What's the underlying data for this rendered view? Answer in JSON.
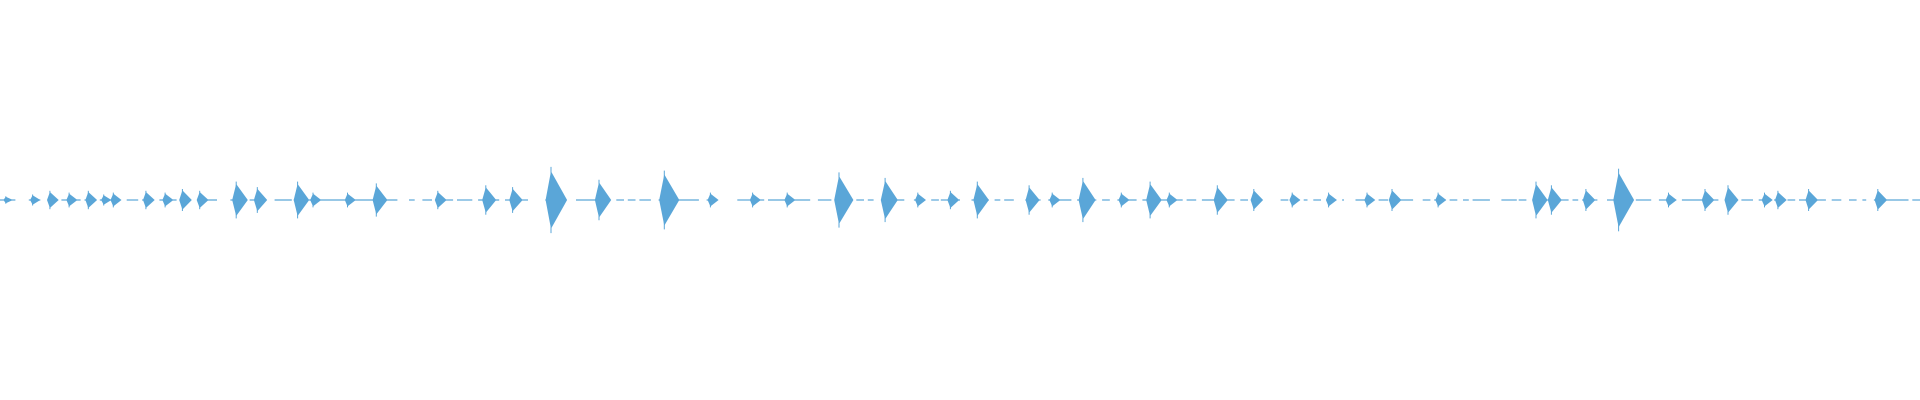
{
  "waveform": {
    "color": "#5aa6d8",
    "background": "#ffffff",
    "amplitude_range": [
      -1,
      1
    ],
    "duration_fraction_range": [
      0,
      1
    ],
    "segments": [
      [
        0.0,
        0.008
      ],
      [
        0.015,
        0.021
      ],
      [
        0.025,
        0.029
      ],
      [
        0.032,
        0.036
      ],
      [
        0.039,
        0.042
      ],
      [
        0.044,
        0.047
      ],
      [
        0.052,
        0.055
      ],
      [
        0.057,
        0.061
      ],
      [
        0.066,
        0.072
      ],
      [
        0.074,
        0.078
      ],
      [
        0.083,
        0.087
      ],
      [
        0.089,
        0.092
      ],
      [
        0.094,
        0.099
      ],
      [
        0.104,
        0.113
      ],
      [
        0.12,
        0.126
      ],
      [
        0.13,
        0.137
      ],
      [
        0.143,
        0.152
      ],
      [
        0.153,
        0.16
      ],
      [
        0.161,
        0.18
      ],
      [
        0.184,
        0.207
      ],
      [
        0.213,
        0.216
      ],
      [
        0.22,
        0.225
      ],
      [
        0.23,
        0.236
      ],
      [
        0.238,
        0.246
      ],
      [
        0.249,
        0.26
      ],
      [
        0.263,
        0.267
      ],
      [
        0.268,
        0.269
      ],
      [
        0.271,
        0.275
      ],
      [
        0.284,
        0.294
      ],
      [
        0.3,
        0.31
      ],
      [
        0.313,
        0.318
      ],
      [
        0.321,
        0.325
      ],
      [
        0.327,
        0.331
      ],
      [
        0.333,
        0.339
      ],
      [
        0.343,
        0.364
      ],
      [
        0.368,
        0.371
      ],
      [
        0.384,
        0.391
      ],
      [
        0.393,
        0.398
      ],
      [
        0.4,
        0.411
      ],
      [
        0.413,
        0.422
      ],
      [
        0.426,
        0.433
      ],
      [
        0.435,
        0.442
      ],
      [
        0.446,
        0.45
      ],
      [
        0.452,
        0.455
      ],
      [
        0.462,
        0.471
      ],
      [
        0.476,
        0.481
      ],
      [
        0.485,
        0.489
      ],
      [
        0.49,
        0.494
      ],
      [
        0.496,
        0.5
      ],
      [
        0.506,
        0.51
      ],
      [
        0.512,
        0.515
      ],
      [
        0.518,
        0.521
      ],
      [
        0.523,
        0.528
      ],
      [
        0.534,
        0.542
      ],
      [
        0.546,
        0.558
      ],
      [
        0.561,
        0.566
      ],
      [
        0.568,
        0.571
      ],
      [
        0.574,
        0.578
      ],
      [
        0.582,
        0.592
      ],
      [
        0.595,
        0.6
      ],
      [
        0.604,
        0.61
      ],
      [
        0.612,
        0.616
      ],
      [
        0.618,
        0.623
      ],
      [
        0.626,
        0.636
      ],
      [
        0.638,
        0.643
      ],
      [
        0.646,
        0.65
      ],
      [
        0.652,
        0.656
      ],
      [
        0.667,
        0.671
      ],
      [
        0.674,
        0.677
      ],
      [
        0.679,
        0.681
      ],
      [
        0.684,
        0.688
      ],
      [
        0.691,
        0.696
      ],
      [
        0.699,
        0.7
      ],
      [
        0.706,
        0.715
      ],
      [
        0.718,
        0.723
      ],
      [
        0.725,
        0.736
      ],
      [
        0.741,
        0.745
      ],
      [
        0.747,
        0.753
      ],
      [
        0.755,
        0.759
      ],
      [
        0.762,
        0.765
      ],
      [
        0.767,
        0.776
      ],
      [
        0.782,
        0.79
      ],
      [
        0.791,
        0.795
      ],
      [
        0.801,
        0.807
      ],
      [
        0.812,
        0.817
      ],
      [
        0.819,
        0.822
      ],
      [
        0.824,
        0.832
      ],
      [
        0.837,
        0.842
      ],
      [
        0.846,
        0.85
      ],
      [
        0.852,
        0.86
      ],
      [
        0.864,
        0.868
      ],
      [
        0.87,
        0.873
      ],
      [
        0.876,
        0.887
      ],
      [
        0.889,
        0.895
      ],
      [
        0.9,
        0.905
      ],
      [
        0.907,
        0.913
      ],
      [
        0.916,
        0.922
      ],
      [
        0.924,
        0.928
      ],
      [
        0.931,
        0.935
      ],
      [
        0.937,
        0.941
      ],
      [
        0.945,
        0.951
      ],
      [
        0.954,
        0.959
      ],
      [
        0.963,
        0.967
      ],
      [
        0.97,
        0.972
      ],
      [
        0.976,
        0.979
      ],
      [
        0.981,
        0.994
      ],
      [
        0.996,
        1.0
      ]
    ],
    "peaks": [
      [
        0.003,
        0.02
      ],
      [
        0.017,
        0.03
      ],
      [
        0.026,
        0.05
      ],
      [
        0.036,
        0.04
      ],
      [
        0.046,
        0.05
      ],
      [
        0.054,
        0.03
      ],
      [
        0.059,
        0.04
      ],
      [
        0.076,
        0.05
      ],
      [
        0.086,
        0.04
      ],
      [
        0.095,
        0.06
      ],
      [
        0.104,
        0.05
      ],
      [
        0.123,
        0.1
      ],
      [
        0.134,
        0.07
      ],
      [
        0.155,
        0.1
      ],
      [
        0.163,
        0.04
      ],
      [
        0.181,
        0.04
      ],
      [
        0.196,
        0.09
      ],
      [
        0.228,
        0.05
      ],
      [
        0.253,
        0.08
      ],
      [
        0.267,
        0.07
      ],
      [
        0.287,
        0.18
      ],
      [
        0.312,
        0.11
      ],
      [
        0.346,
        0.16
      ],
      [
        0.37,
        0.04
      ],
      [
        0.392,
        0.04
      ],
      [
        0.41,
        0.04
      ],
      [
        0.437,
        0.15
      ],
      [
        0.461,
        0.12
      ],
      [
        0.478,
        0.04
      ],
      [
        0.495,
        0.05
      ],
      [
        0.509,
        0.1
      ],
      [
        0.536,
        0.08
      ],
      [
        0.548,
        0.04
      ],
      [
        0.564,
        0.12
      ],
      [
        0.584,
        0.04
      ],
      [
        0.599,
        0.1
      ],
      [
        0.609,
        0.04
      ],
      [
        0.634,
        0.08
      ],
      [
        0.653,
        0.06
      ],
      [
        0.673,
        0.04
      ],
      [
        0.692,
        0.04
      ],
      [
        0.712,
        0.04
      ],
      [
        0.725,
        0.06
      ],
      [
        0.749,
        0.04
      ],
      [
        0.8,
        0.1
      ],
      [
        0.808,
        0.08
      ],
      [
        0.826,
        0.06
      ],
      [
        0.843,
        0.17
      ],
      [
        0.869,
        0.04
      ],
      [
        0.888,
        0.06
      ],
      [
        0.9,
        0.08
      ],
      [
        0.919,
        0.04
      ],
      [
        0.926,
        0.05
      ],
      [
        0.942,
        0.06
      ],
      [
        0.978,
        0.06
      ]
    ]
  }
}
